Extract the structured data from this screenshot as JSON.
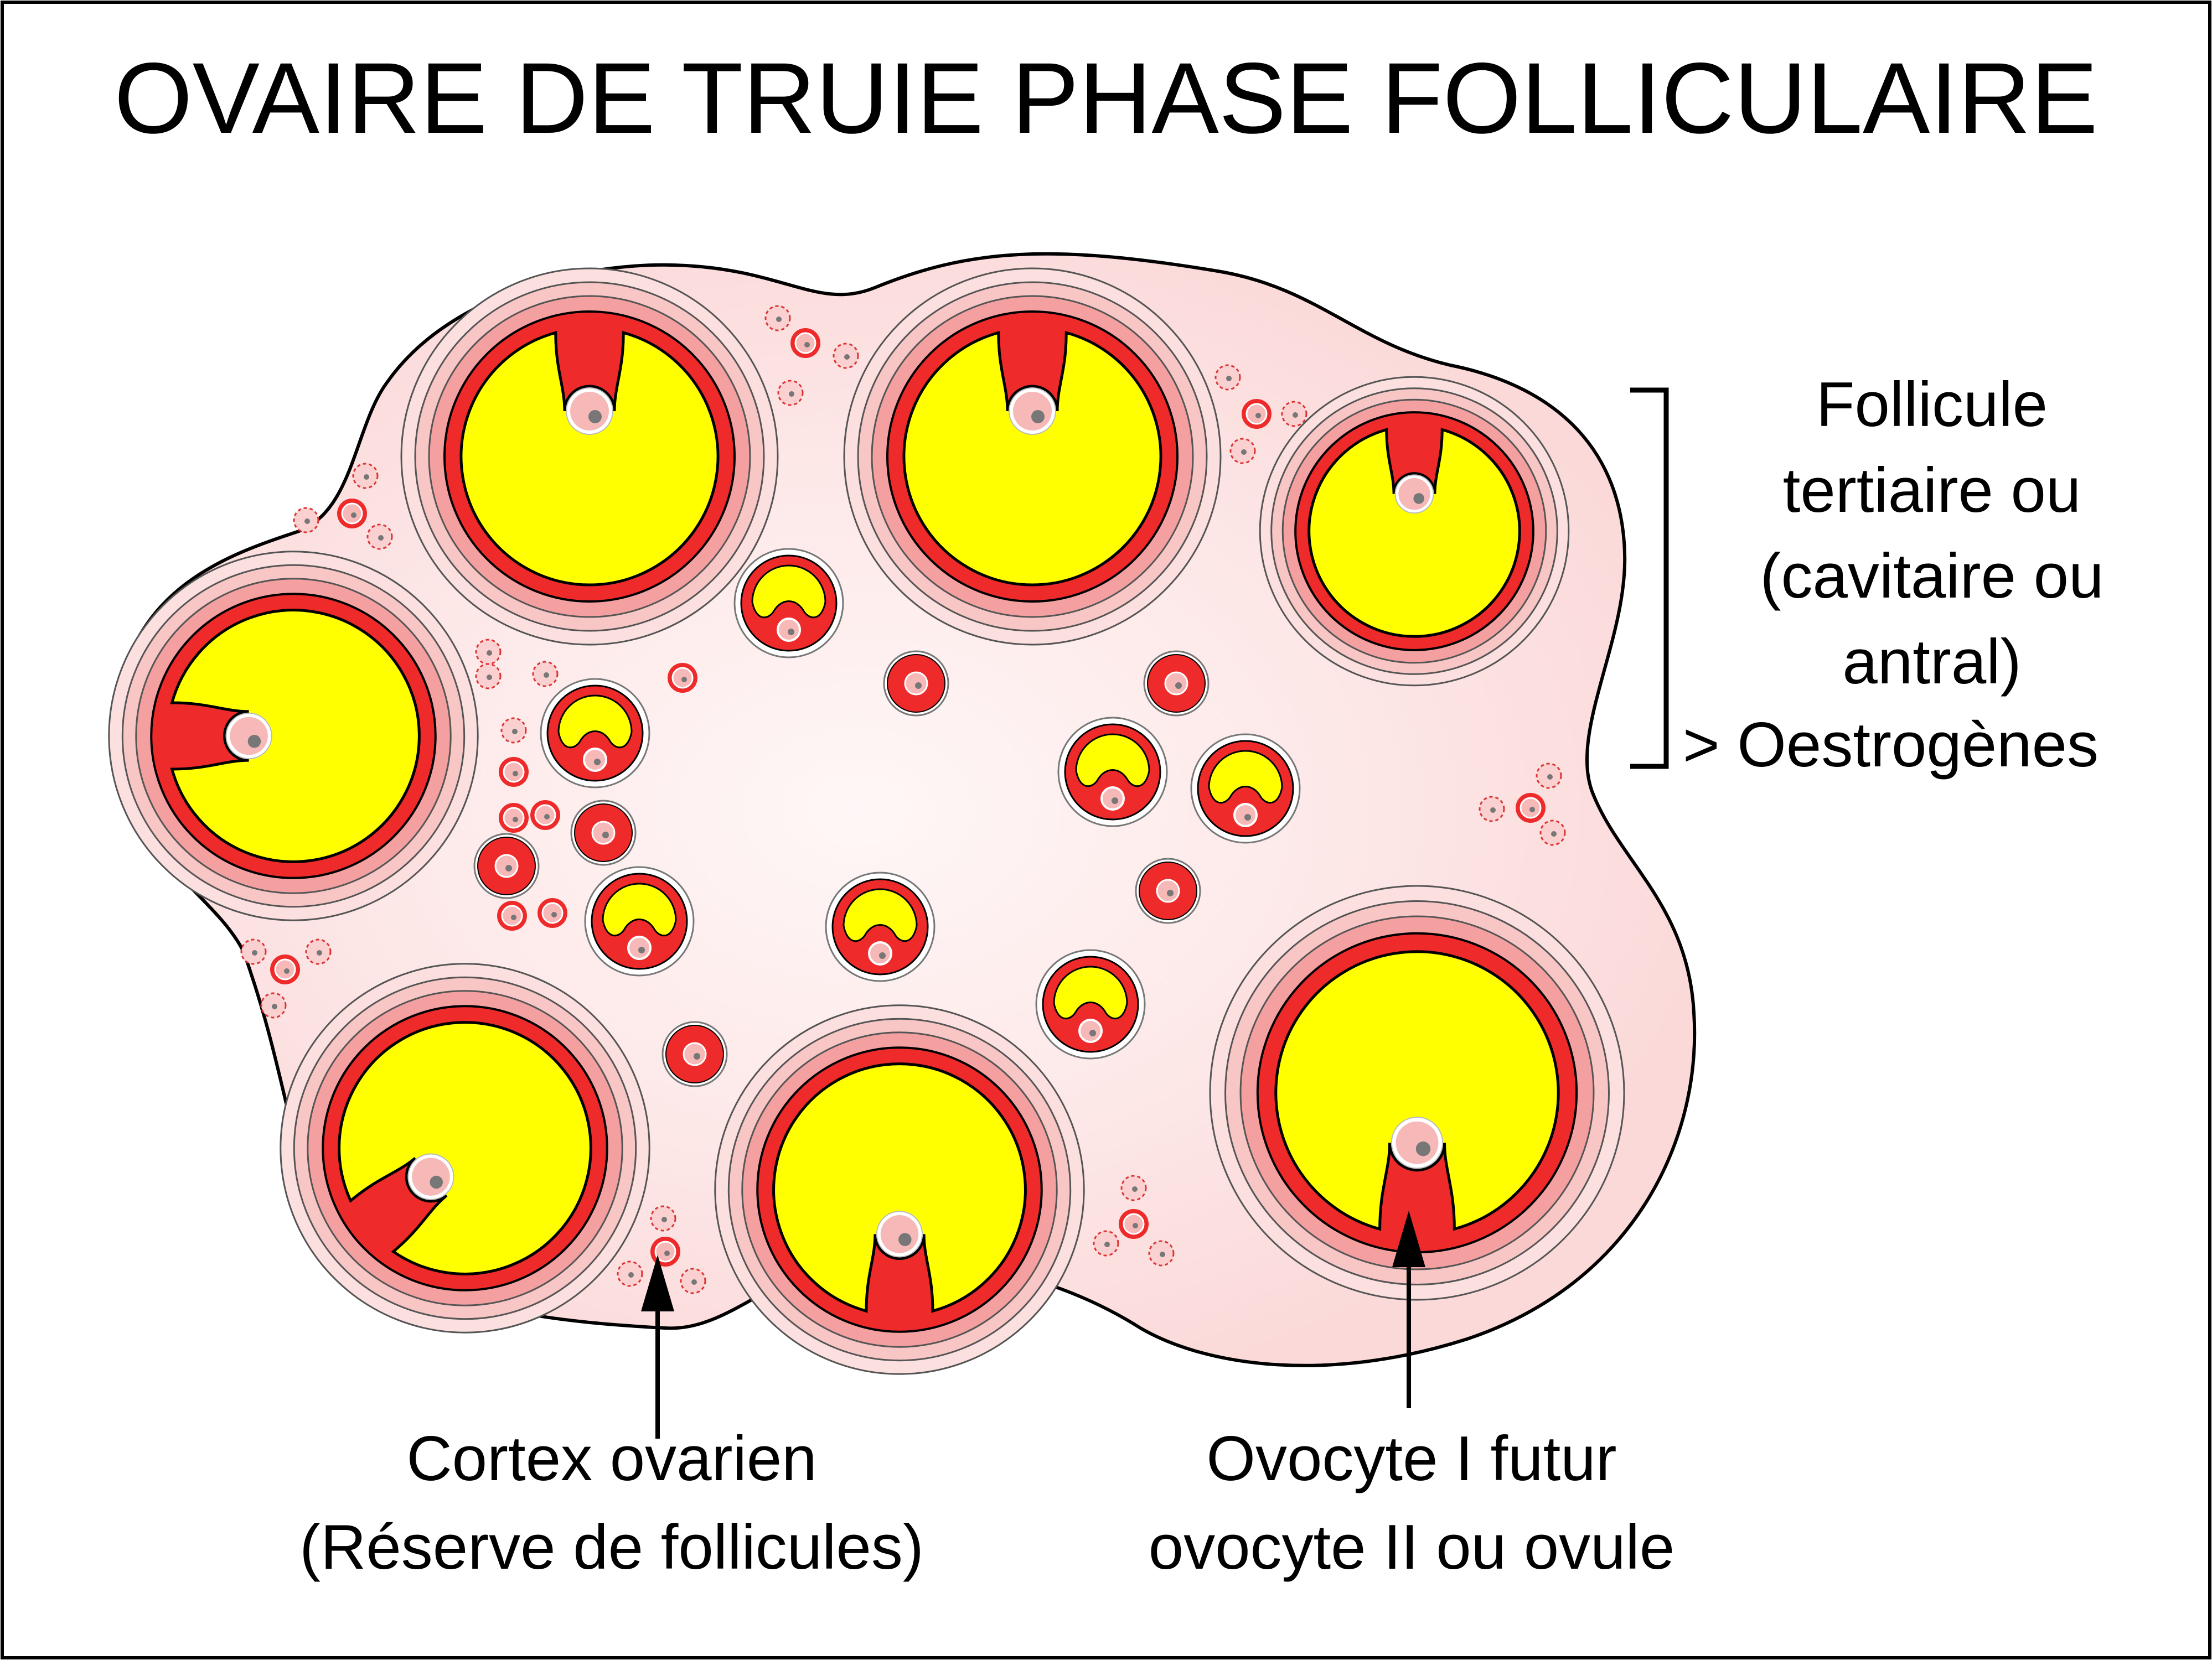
{
  "title": "OVAIRE DE TRUIE PHASE FOLLICULAIRE",
  "labels": {
    "tertiary_follicle": [
      "Follicule",
      "tertiaire ou",
      "(cavitaire ou",
      "antral)",
      "> Oestrogènes"
    ],
    "cortex": [
      "Cortex ovarien",
      "(Réserve de follicules)"
    ],
    "oocyte": [
      "Ovocyte I futur",
      "ovocyte II ou ovule"
    ]
  },
  "colors": {
    "ovary_fill": "#fde6e6",
    "ovary_center": "#fff5f5",
    "theca_outer": "#f9c6c6",
    "theca_inner": "#f4a0a0",
    "granulosa": "#ee2a2a",
    "antrum": "#ffff00",
    "oocyte": "#f7b8b8",
    "nucleus": "#777777",
    "outline": "#000000"
  }
}
